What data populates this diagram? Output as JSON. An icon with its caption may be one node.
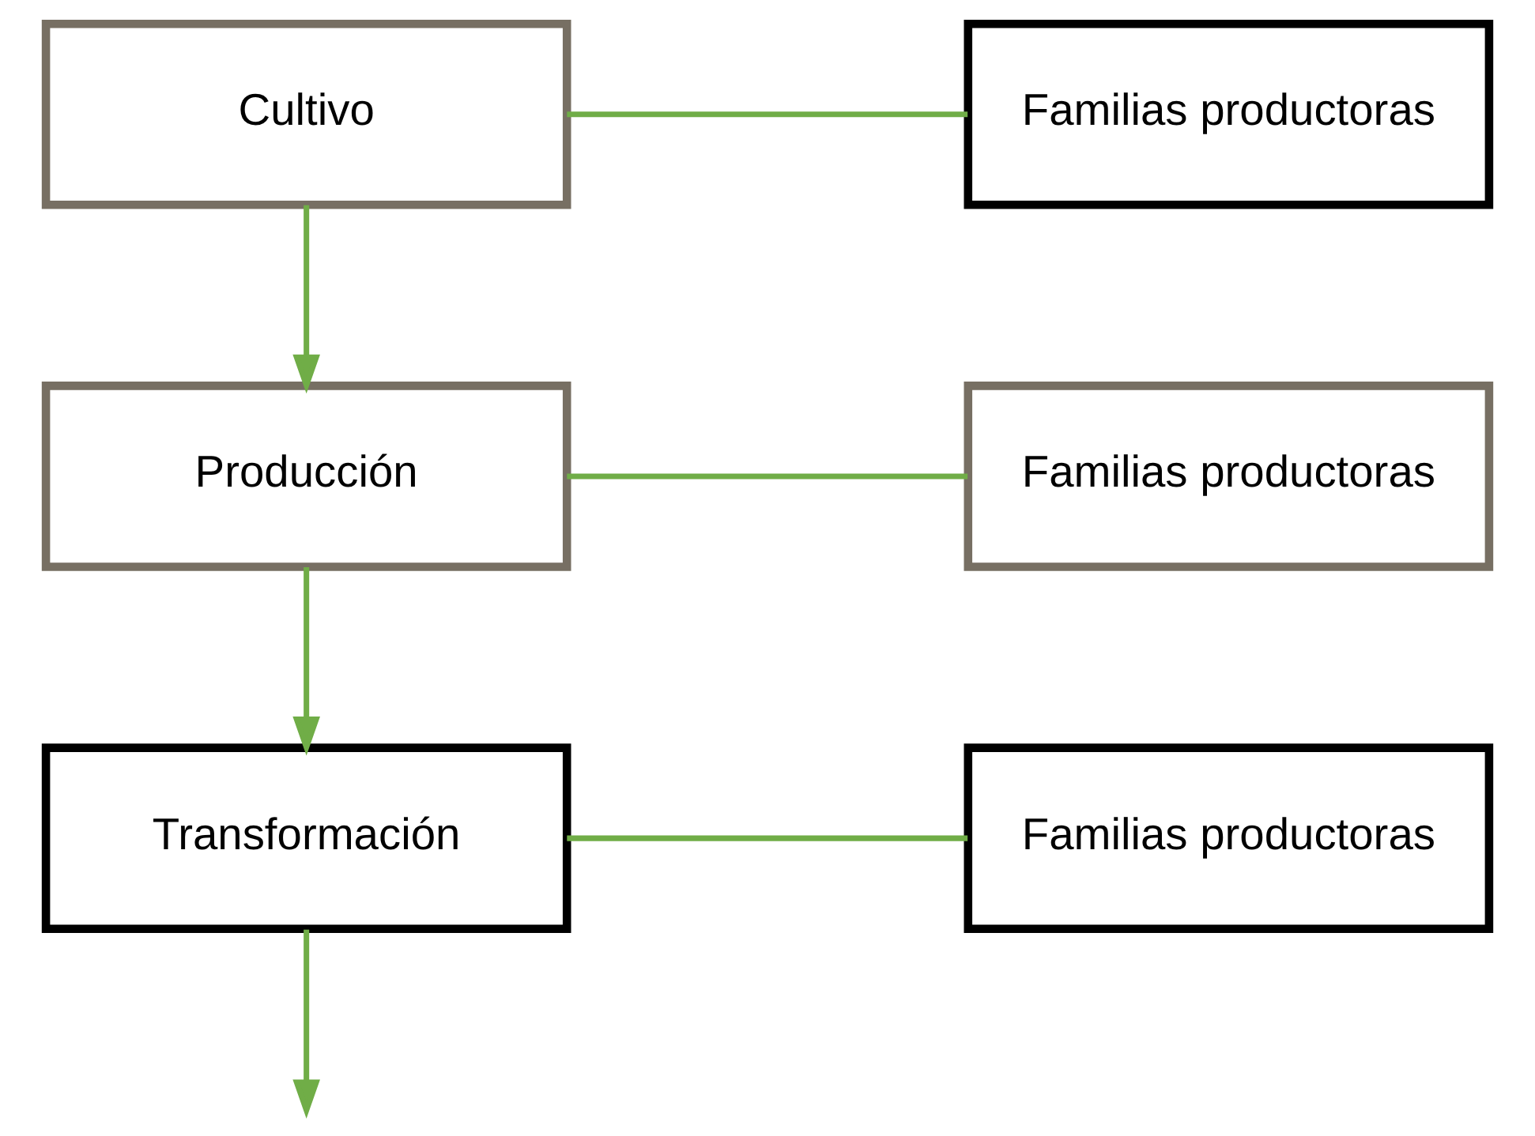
{
  "diagram": {
    "nodes": [
      {
        "text": [
          "Cultivo"
        ]
      },
      {
        "text": [
          "Familias productoras"
        ]
      },
      {
        "text": [
          "Producción"
        ]
      },
      {
        "text": [
          "Familias productoras"
        ]
      },
      {
        "text": [
          "Transformación"
        ]
      },
      {
        "text": [
          "Familias productoras"
        ]
      }
    ],
    "edges": [
      {
        "from": 0,
        "to": 2,
        "arrow": "to"
      },
      {
        "from": 2,
        "to": 4,
        "arrow": "to"
      },
      {
        "from": 4,
        "to": null,
        "arrow": "to"
      },
      {
        "from": 0,
        "to": 1,
        "arrow": "none"
      },
      {
        "from": 2,
        "to": 3,
        "arrow": "none"
      },
      {
        "from": 4,
        "to": 5,
        "arrow": "none"
      }
    ]
  }
}
